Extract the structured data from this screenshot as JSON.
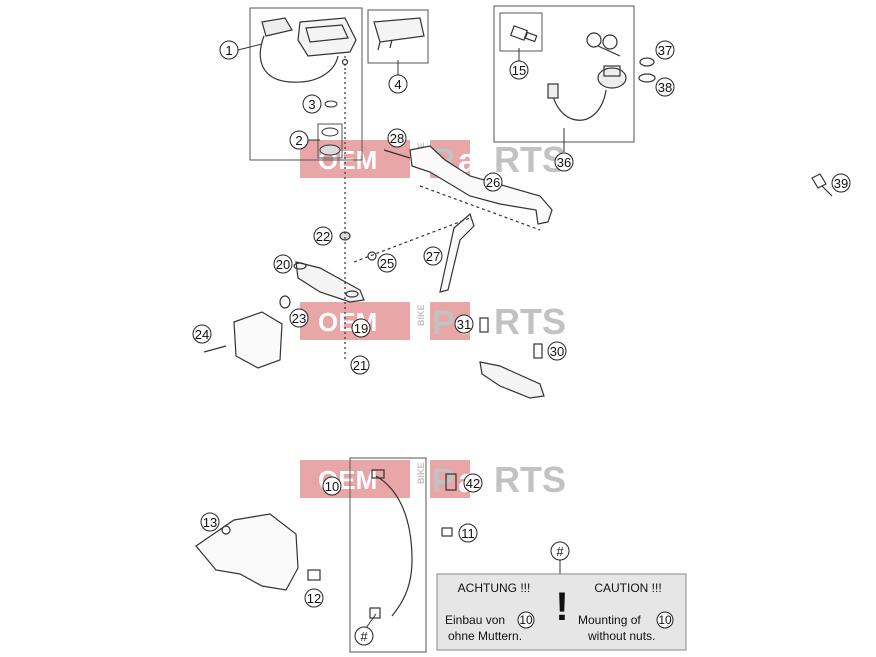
{
  "watermark": {
    "part1": "OEM",
    "part2": "BIKE",
    "part3_p": "P",
    "part3_a": "a",
    "part3_rts": "RTS",
    "color_red": "#e8a6a6",
    "color_dark": "#c2c2c2"
  },
  "callouts": {
    "c1": "1",
    "c2": "2",
    "c3": "3",
    "c4": "4",
    "c10": "10",
    "c11": "11",
    "c12": "12",
    "c13": "13",
    "c15": "15",
    "c19": "19",
    "c20": "20",
    "c21": "21",
    "c22": "22",
    "c23": "23",
    "c24": "24",
    "c25": "25",
    "c26": "26",
    "c27": "27",
    "c28": "28",
    "c30": "30",
    "c31": "31",
    "c36": "36",
    "c37": "37",
    "c38": "38",
    "c39": "39",
    "c42": "42",
    "hash_top": "#",
    "hash_bottom": "#"
  },
  "notice": {
    "achtung": "ACHTUNG !!!",
    "caution": "CAUTION !!!",
    "de_line1_prefix": "Einbau von",
    "de_ref": "10",
    "de_line2": "ohne Muttern.",
    "en_line1_prefix": "Mounting of",
    "en_ref": "10",
    "en_line2": "without nuts.",
    "exclamation": "!"
  }
}
